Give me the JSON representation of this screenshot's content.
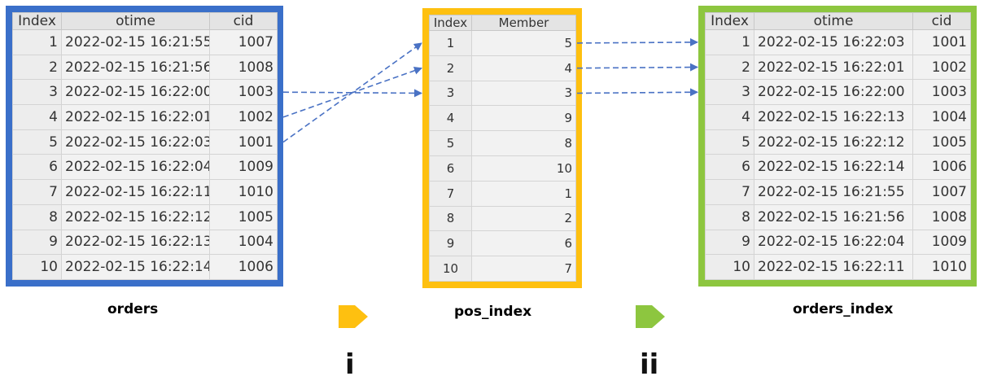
{
  "orders": {
    "caption": "orders",
    "headers": [
      "Index",
      "otime",
      "cid"
    ],
    "rows": [
      {
        "index": "1",
        "otime": "2022-02-15 16:21:55",
        "cid": "1007"
      },
      {
        "index": "2",
        "otime": "2022-02-15 16:21:56",
        "cid": "1008"
      },
      {
        "index": "3",
        "otime": "2022-02-15 16:22:00",
        "cid": "1003"
      },
      {
        "index": "4",
        "otime": "2022-02-15 16:22:01",
        "cid": "1002"
      },
      {
        "index": "5",
        "otime": "2022-02-15 16:22:03",
        "cid": "1001"
      },
      {
        "index": "6",
        "otime": "2022-02-15 16:22:04",
        "cid": "1009"
      },
      {
        "index": "7",
        "otime": "2022-02-15 16:22:11",
        "cid": "1010"
      },
      {
        "index": "8",
        "otime": "2022-02-15 16:22:12",
        "cid": "1005"
      },
      {
        "index": "9",
        "otime": "2022-02-15 16:22:13",
        "cid": "1004"
      },
      {
        "index": "10",
        "otime": "2022-02-15 16:22:14",
        "cid": "1006"
      }
    ]
  },
  "pos_index": {
    "caption": "pos_index",
    "headers": [
      "Index",
      "Member"
    ],
    "rows": [
      {
        "index": "1",
        "member": "5"
      },
      {
        "index": "2",
        "member": "4"
      },
      {
        "index": "3",
        "member": "3"
      },
      {
        "index": "4",
        "member": "9"
      },
      {
        "index": "5",
        "member": "8"
      },
      {
        "index": "6",
        "member": "10"
      },
      {
        "index": "7",
        "member": "1"
      },
      {
        "index": "8",
        "member": "2"
      },
      {
        "index": "9",
        "member": "6"
      },
      {
        "index": "10",
        "member": "7"
      }
    ]
  },
  "orders_index": {
    "caption": "orders_index",
    "headers": [
      "Index",
      "otime",
      "cid"
    ],
    "rows": [
      {
        "index": "1",
        "otime": "2022-02-15 16:22:03",
        "cid": "1001"
      },
      {
        "index": "2",
        "otime": "2022-02-15 16:22:01",
        "cid": "1002"
      },
      {
        "index": "3",
        "otime": "2022-02-15 16:22:00",
        "cid": "1003"
      },
      {
        "index": "4",
        "otime": "2022-02-15 16:22:13",
        "cid": "1004"
      },
      {
        "index": "5",
        "otime": "2022-02-15 16:22:12",
        "cid": "1005"
      },
      {
        "index": "6",
        "otime": "2022-02-15 16:22:14",
        "cid": "1006"
      },
      {
        "index": "7",
        "otime": "2022-02-15 16:21:55",
        "cid": "1007"
      },
      {
        "index": "8",
        "otime": "2022-02-15 16:21:56",
        "cid": "1008"
      },
      {
        "index": "9",
        "otime": "2022-02-15 16:22:04",
        "cid": "1009"
      },
      {
        "index": "10",
        "otime": "2022-02-15 16:22:11",
        "cid": "1010"
      }
    ]
  },
  "steps": {
    "first": "i",
    "second": "ii"
  },
  "colors": {
    "orders_frame": "#3a6fc9",
    "pos_frame": "#fec010",
    "orders_index_frame": "#8dc63f",
    "arrow_line": "#4a72c4",
    "step1_arrow": "#fec010",
    "step2_arrow": "#8dc63f",
    "value_text": "#1a1ae6"
  },
  "mappings": {
    "orders_to_pos": [
      {
        "from_row": 5,
        "to_row": 1
      },
      {
        "from_row": 4,
        "to_row": 2
      },
      {
        "from_row": 3,
        "to_row": 3
      }
    ],
    "pos_to_orders_index": [
      {
        "from_row": 1,
        "to_row": 1
      },
      {
        "from_row": 2,
        "to_row": 2
      },
      {
        "from_row": 3,
        "to_row": 3
      }
    ]
  }
}
